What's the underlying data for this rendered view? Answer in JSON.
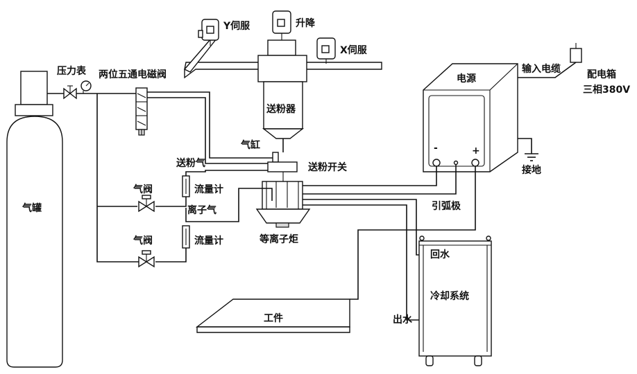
{
  "labels": {
    "gas_tank": "气罐",
    "pressure_gauge": "压力表",
    "solenoid_valve": "两位五通电磁阀",
    "y_servo": "Y伺服",
    "lift": "升降",
    "x_servo": "X伺服",
    "powder_feeder": "送粉器",
    "cylinder": "气缸",
    "powder_gas": "送粉气",
    "powder_switch": "送粉开关",
    "valve_1": "气阀",
    "flowmeter_1": "流量计",
    "plasma_gas": "离子气",
    "valve_2": "气阀",
    "flowmeter_2": "流量计",
    "plasma_torch": "等离子炬",
    "power_supply": "电源",
    "input_cable": "输入电缆",
    "distribution_box": "配电箱",
    "three_phase": "三相380V",
    "ground": "接地",
    "arc_pole": "引弧极",
    "return_water": "回水",
    "cooling_system": "冷却系统",
    "outlet_water": "出水",
    "workpiece": "工件",
    "minus": "-",
    "plus": "+"
  }
}
